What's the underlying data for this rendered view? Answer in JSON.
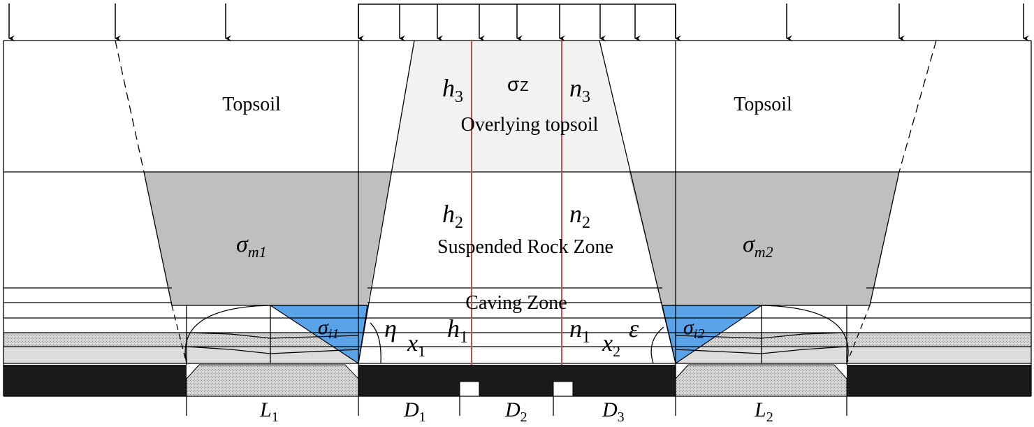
{
  "labels": {
    "topsoil_left": "Topsoil",
    "topsoil_right": "Topsoil",
    "overlying_topsoil": "Overlying topsoil",
    "suspended_rock_zone": "Suspended Rock Zone",
    "caving_zone": "Caving Zone",
    "sigma_z": {
      "base": "σ",
      "sub": "Z"
    },
    "sigma_m1": {
      "base": "σ",
      "sub": "m1"
    },
    "sigma_m2": {
      "base": "σ",
      "sub": "m2"
    },
    "sigma_i1": {
      "base": "σ",
      "sub": "i1"
    },
    "sigma_i2": {
      "base": "σ",
      "sub": "i2"
    },
    "h3": {
      "base": "h",
      "sub": "3"
    },
    "h2": {
      "base": "h",
      "sub": "2"
    },
    "h1": {
      "base": "h",
      "sub": "1"
    },
    "n3": {
      "base": "n",
      "sub": "3"
    },
    "n2": {
      "base": "n",
      "sub": "2"
    },
    "n1": {
      "base": "n",
      "sub": "1"
    },
    "x1": {
      "base": "x",
      "sub": "1"
    },
    "x2": {
      "base": "x",
      "sub": "2"
    },
    "eta": "η",
    "epsilon": "ε",
    "L1": {
      "base": "L",
      "sub": "1"
    },
    "L2": {
      "base": "L",
      "sub": "2"
    },
    "D1": {
      "base": "D",
      "sub": "1"
    },
    "D2": {
      "base": "D",
      "sub": "2"
    },
    "D3": {
      "base": "D",
      "sub": "3"
    }
  },
  "colors": {
    "stroke": "#000000",
    "gray_zone": "#bfbfbf",
    "light_gray": "#f2f2f2",
    "blue_triangle": "#5ba3e8",
    "red_line": "#c0504d",
    "black_seam": "#1a1a1a",
    "stipple": "#d0d0d0"
  }
}
